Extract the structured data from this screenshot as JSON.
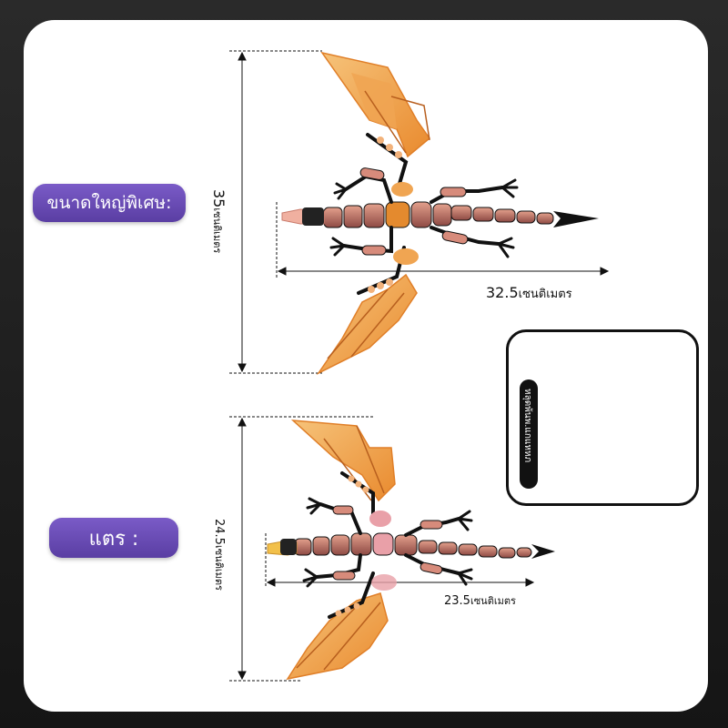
{
  "labels": {
    "large_size": "ขนาดใหญ่พิเศษ:",
    "standard": "แตร :"
  },
  "large_model": {
    "height_value": "35",
    "height_unit": "เซนติเมตร",
    "length_value": "32.5",
    "length_unit": "เซนติเมตร"
  },
  "standard_model": {
    "height_value": "24.5",
    "height_unit": "เซนติเมตร",
    "length_value": "23.5",
    "length_unit": "เซนติเมตร"
  },
  "parts_box": {
    "brand": "หลุดพ้นพ.แกแหหภ"
  },
  "colors": {
    "accent": "#6a4bb6",
    "wing": "#f3a24a",
    "body": "#c97a6b",
    "joint": "#111111"
  }
}
